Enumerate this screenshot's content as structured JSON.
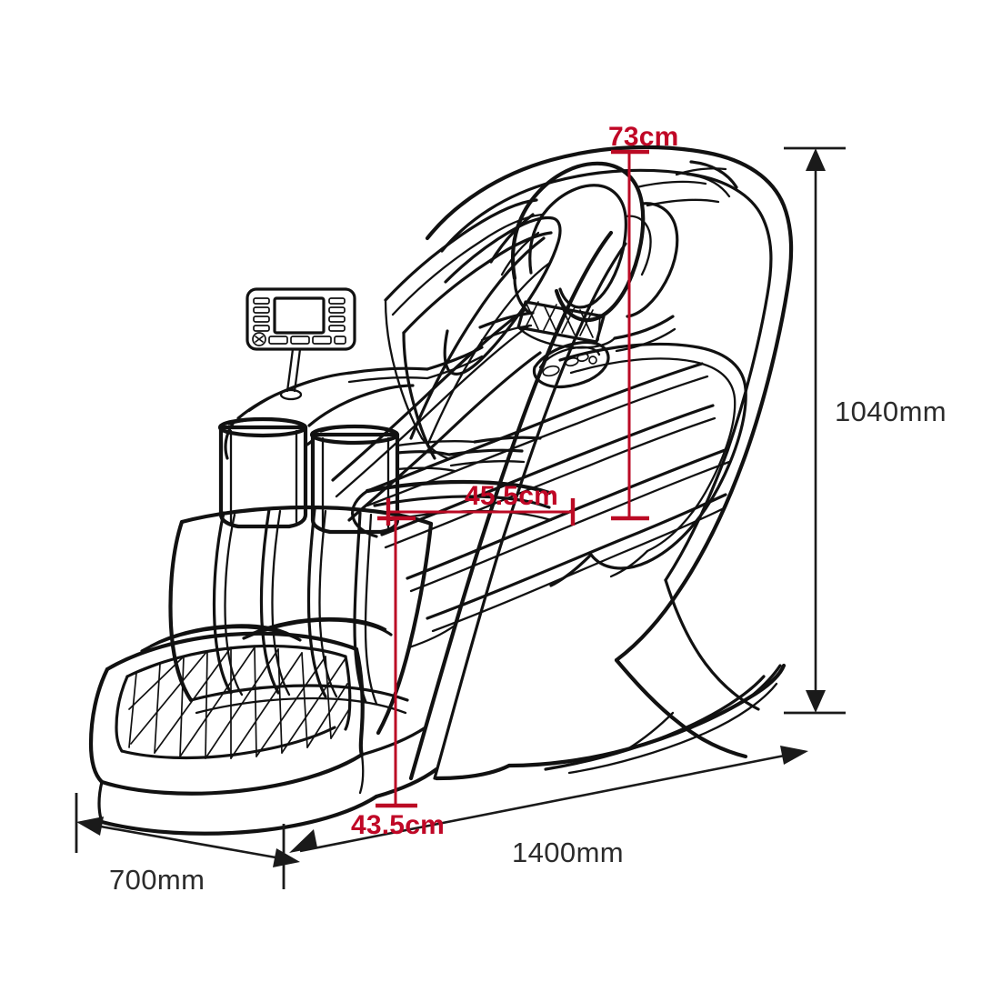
{
  "diagram": {
    "title": "Massage Chair Dimension Drawing",
    "subject": "zero-gravity massage chair",
    "view": "three-quarter isometric line drawing",
    "line_color": "#111111",
    "red_dimension_color": "#c00726",
    "black_dimension_color": "#2b2b2b",
    "background_color": "#ffffff"
  },
  "dimensions": {
    "seat_height_red": {
      "label": "73cm",
      "orientation": "vertical",
      "color": "#c00726",
      "units": "cm",
      "value": 73
    },
    "seat_depth_red": {
      "label": "45.5cm",
      "orientation": "horizontal",
      "color": "#c00726",
      "units": "cm",
      "value": 45.5
    },
    "seat_base_red": {
      "label": "43.5cm",
      "orientation": "vertical",
      "color": "#c00726",
      "units": "cm",
      "value": 43.5
    },
    "overall_height": {
      "label": "1040mm",
      "orientation": "vertical",
      "color": "#2b2b2b",
      "units": "mm",
      "value": 1040
    },
    "overall_length": {
      "label": "1400mm",
      "orientation": "diagonal-depth",
      "color": "#2b2b2b",
      "units": "mm",
      "value": 1400
    },
    "overall_width": {
      "label": "700mm",
      "orientation": "diagonal-width",
      "color": "#2b2b2b",
      "units": "mm",
      "value": 700
    }
  },
  "parts": {
    "remote_control": "wired-remote-with-lcd-screen",
    "armrest_control_pad": "side-control-pad",
    "arm_massage_sleeves": "dual-arm-air-massage-sleeves",
    "headrest": "contoured-head-pillow",
    "quilted_band": "diamond-quilted-neck-band",
    "leg_rest": "ribbed-calf-cushions",
    "footrest": "cross-hatch-quilted-footrest",
    "backrest_shell": "s-track-outer-shell",
    "base": "wedge-shaped-base"
  }
}
